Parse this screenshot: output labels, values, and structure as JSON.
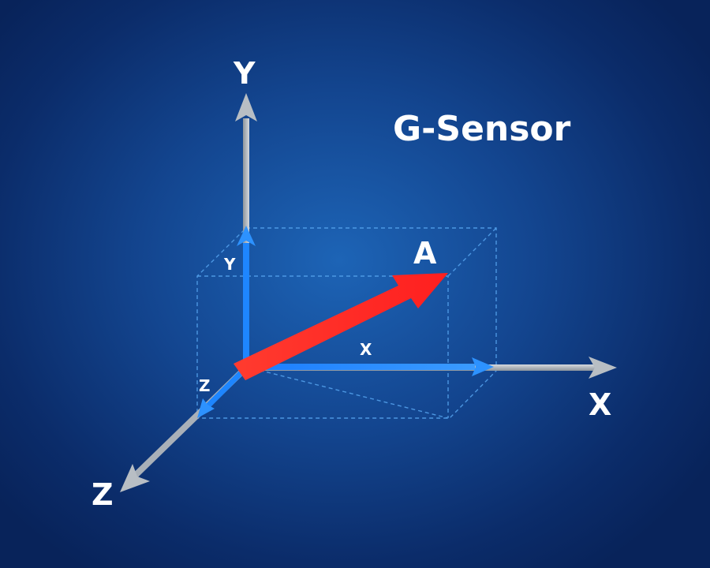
{
  "title": "G-Sensor",
  "axes": {
    "x_label": "X",
    "y_label": "Y",
    "z_label": "Z"
  },
  "components": {
    "x_label": "X",
    "y_label": "Y",
    "z_label": "Z"
  },
  "vector": {
    "label": "A",
    "color": "#ff2a2a"
  },
  "colors": {
    "background": "#13458f",
    "axis": "#a9b0b8",
    "component": "#1e86ff",
    "box_dash": "#4f9be6",
    "text": "#ffffff"
  }
}
